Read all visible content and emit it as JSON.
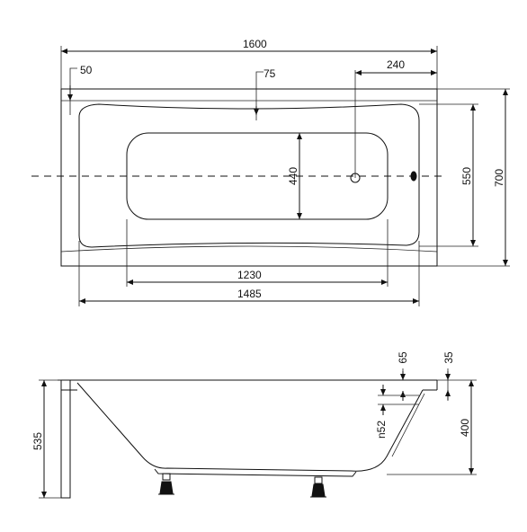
{
  "top_view": {
    "overall_length": "1600",
    "left_offset": "50",
    "center_offset": "75",
    "drain_offset": "240",
    "basin_width": "440",
    "inner_width": "550",
    "overall_width": "700",
    "basin_length": "1230",
    "inner_length": "1485"
  },
  "side_view": {
    "rim_width": "65",
    "rim_height": "35",
    "overflow_diameter": "n52",
    "depth": "400",
    "overall_height": "535"
  },
  "colors": {
    "line": "#111111",
    "background": "#ffffff"
  }
}
